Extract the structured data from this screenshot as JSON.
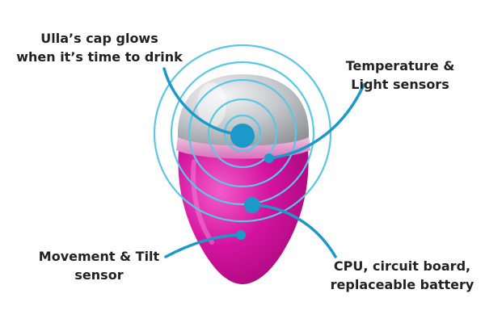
{
  "labels": {
    "cap_glow": [
      "Ulla’s cap glows",
      "when it’s time to drink"
    ],
    "sensors": [
      "Temperature &",
      "Light sensors"
    ],
    "movement": [
      "Movement & Tilt",
      "sensor"
    ],
    "cpu": [
      "CPU, circuit board,",
      "replaceable battery"
    ]
  },
  "colors": {
    "callout": "#1b9ac9",
    "rings": "#5bc7e6",
    "body": "#cf0f9a",
    "body_highlight": "#ef4cc0",
    "cap": "#c9ccd0",
    "cap_rim": "#e3a9cf",
    "text": "#222222"
  }
}
